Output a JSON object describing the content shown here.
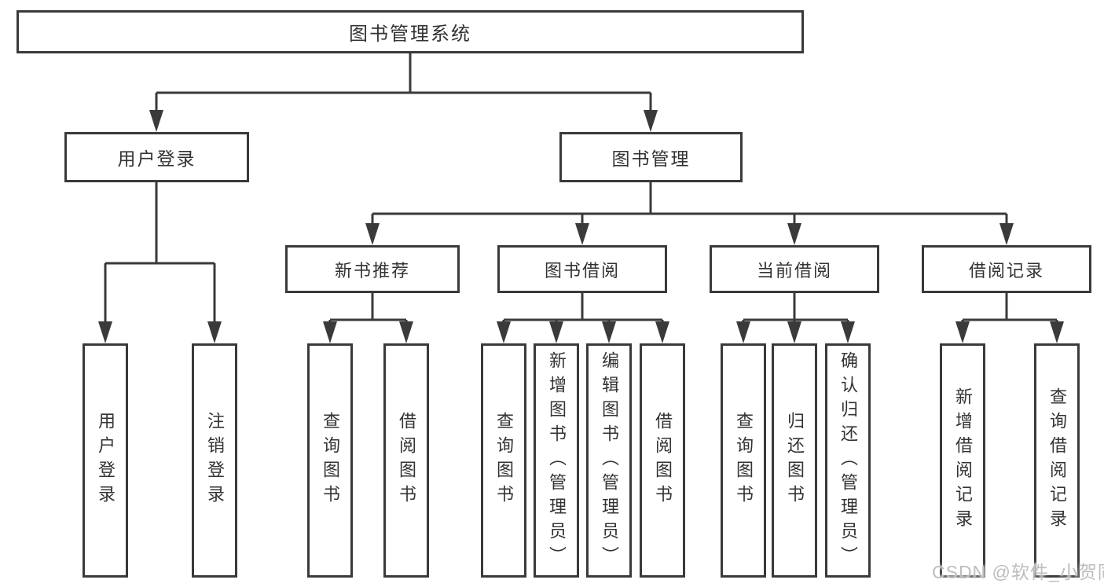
{
  "page": {
    "background": "#ffffff"
  },
  "colors": {
    "line": "#3a3a3a",
    "box_border": "#3a3a3a",
    "text": "#333333",
    "watermark": "#bdbdbd"
  },
  "diagram": {
    "type": "hierarchy-tree",
    "root": {
      "label": "图书管理系统"
    },
    "branches": [
      {
        "label": "用户登录",
        "leaves": [
          {
            "label": "用户登录"
          },
          {
            "label": "注销登录"
          }
        ]
      },
      {
        "label": "图书管理",
        "groups": [
          {
            "label": "新书推荐",
            "leaves": [
              {
                "label": "查询图书"
              },
              {
                "label": "借阅图书"
              }
            ]
          },
          {
            "label": "图书借阅",
            "leaves": [
              {
                "label": "查询图书"
              },
              {
                "label": "新增图书（管理员）"
              },
              {
                "label": "编辑图书（管理员）"
              },
              {
                "label": "借阅图书"
              }
            ]
          },
          {
            "label": "当前借阅",
            "leaves": [
              {
                "label": "查询图书"
              },
              {
                "label": "归还图书"
              },
              {
                "label": "确认归还（管理员）"
              }
            ]
          },
          {
            "label": "借阅记录",
            "leaves": [
              {
                "label": "新增借阅记录"
              },
              {
                "label": "查询借阅记录"
              }
            ]
          }
        ]
      }
    ]
  },
  "watermark": {
    "text": "CSDN @软件_小贺同学"
  }
}
